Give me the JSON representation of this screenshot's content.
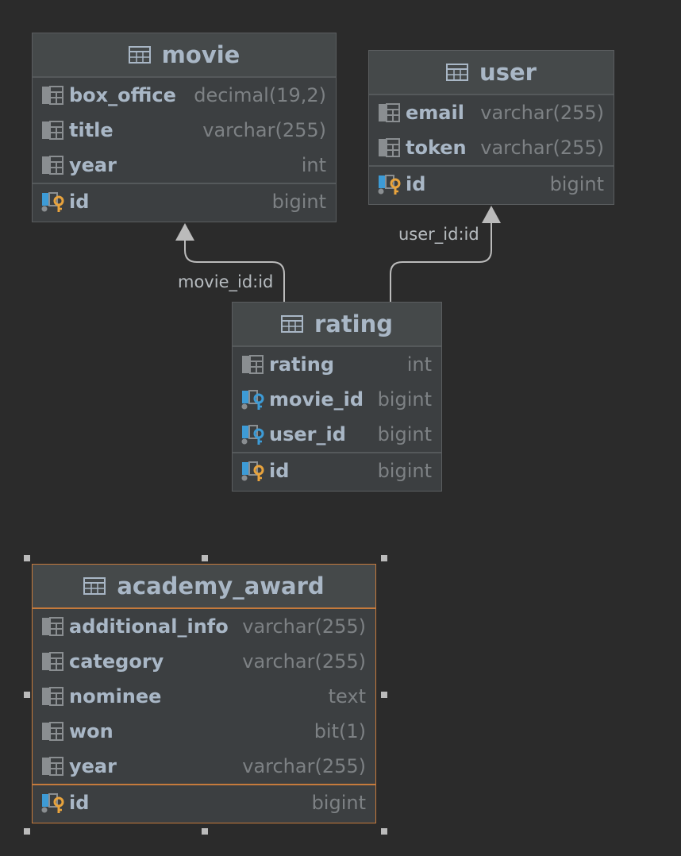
{
  "entities": {
    "movie": {
      "name": "movie",
      "columns": [
        {
          "name": "box_office",
          "type": "decimal(19,2)"
        },
        {
          "name": "title",
          "type": "varchar(255)"
        },
        {
          "name": "year",
          "type": "int"
        }
      ],
      "pk": {
        "name": "id",
        "type": "bigint"
      }
    },
    "user": {
      "name": "user",
      "columns": [
        {
          "name": "email",
          "type": "varchar(255)"
        },
        {
          "name": "token",
          "type": "varchar(255)"
        }
      ],
      "pk": {
        "name": "id",
        "type": "bigint"
      }
    },
    "rating": {
      "name": "rating",
      "columns": [
        {
          "name": "rating",
          "type": "int"
        },
        {
          "name": "movie_id",
          "type": "bigint"
        },
        {
          "name": "user_id",
          "type": "bigint"
        }
      ],
      "pk": {
        "name": "id",
        "type": "bigint"
      }
    },
    "academy_award": {
      "name": "academy_award",
      "columns": [
        {
          "name": "additional_info",
          "type": "varchar(255)"
        },
        {
          "name": "category",
          "type": "varchar(255)"
        },
        {
          "name": "nominee",
          "type": "text"
        },
        {
          "name": "won",
          "type": "bit(1)"
        },
        {
          "name": "year",
          "type": "varchar(255)"
        }
      ],
      "pk": {
        "name": "id",
        "type": "bigint"
      }
    }
  },
  "relations": {
    "movie_fk": {
      "label": "movie_id:id"
    },
    "user_fk": {
      "label": "user_id:id"
    }
  },
  "colors": {
    "background": "#2b2b2b",
    "entity_fill": "#3c3f41",
    "selected_border": "#c57a3c",
    "pk_key": "#e8a33d",
    "fk_key": "#3d9bd6",
    "column_icon": "#8a8e91"
  }
}
